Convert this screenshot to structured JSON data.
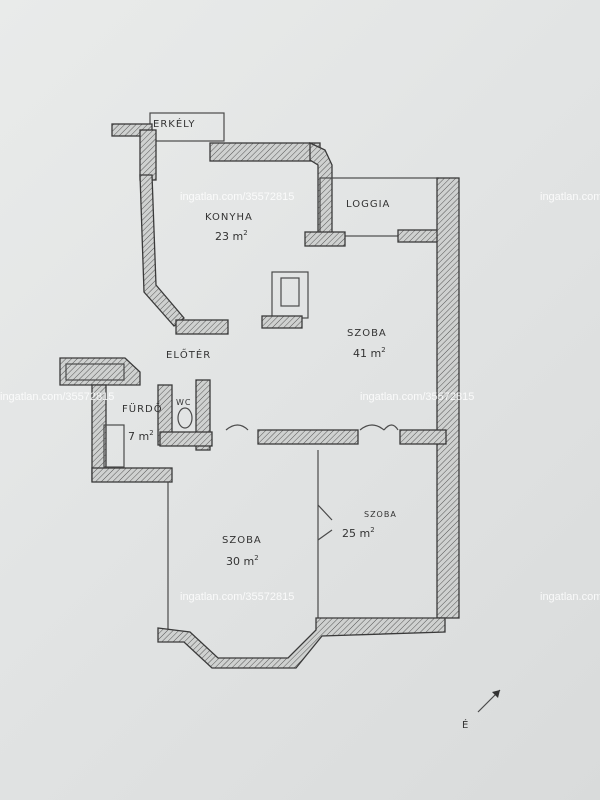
{
  "rooms": {
    "erkely": {
      "name": "ERKÉLY"
    },
    "konyha": {
      "name": "KONYHA",
      "area": "23 m",
      "unit_sup": "2"
    },
    "loggia": {
      "name": "LOGGIA"
    },
    "eloter": {
      "name": "ELŐTÉR"
    },
    "szoba_large": {
      "name": "SZOBA",
      "area": "41 m",
      "unit_sup": "2"
    },
    "furdo": {
      "name": "FÜRDŐ",
      "area": "7 m",
      "unit_sup": "2"
    },
    "wc": {
      "name": "WC"
    },
    "szoba_left": {
      "name": "SZOBA",
      "area": "30 m",
      "unit_sup": "2"
    },
    "szoba_right": {
      "name": "SZOBA",
      "area": "25 m",
      "unit_sup": "2"
    }
  },
  "compass": {
    "label": "É"
  },
  "watermark": {
    "text": "ingatlan.com/35572815",
    "short": "ingatlan.com"
  }
}
